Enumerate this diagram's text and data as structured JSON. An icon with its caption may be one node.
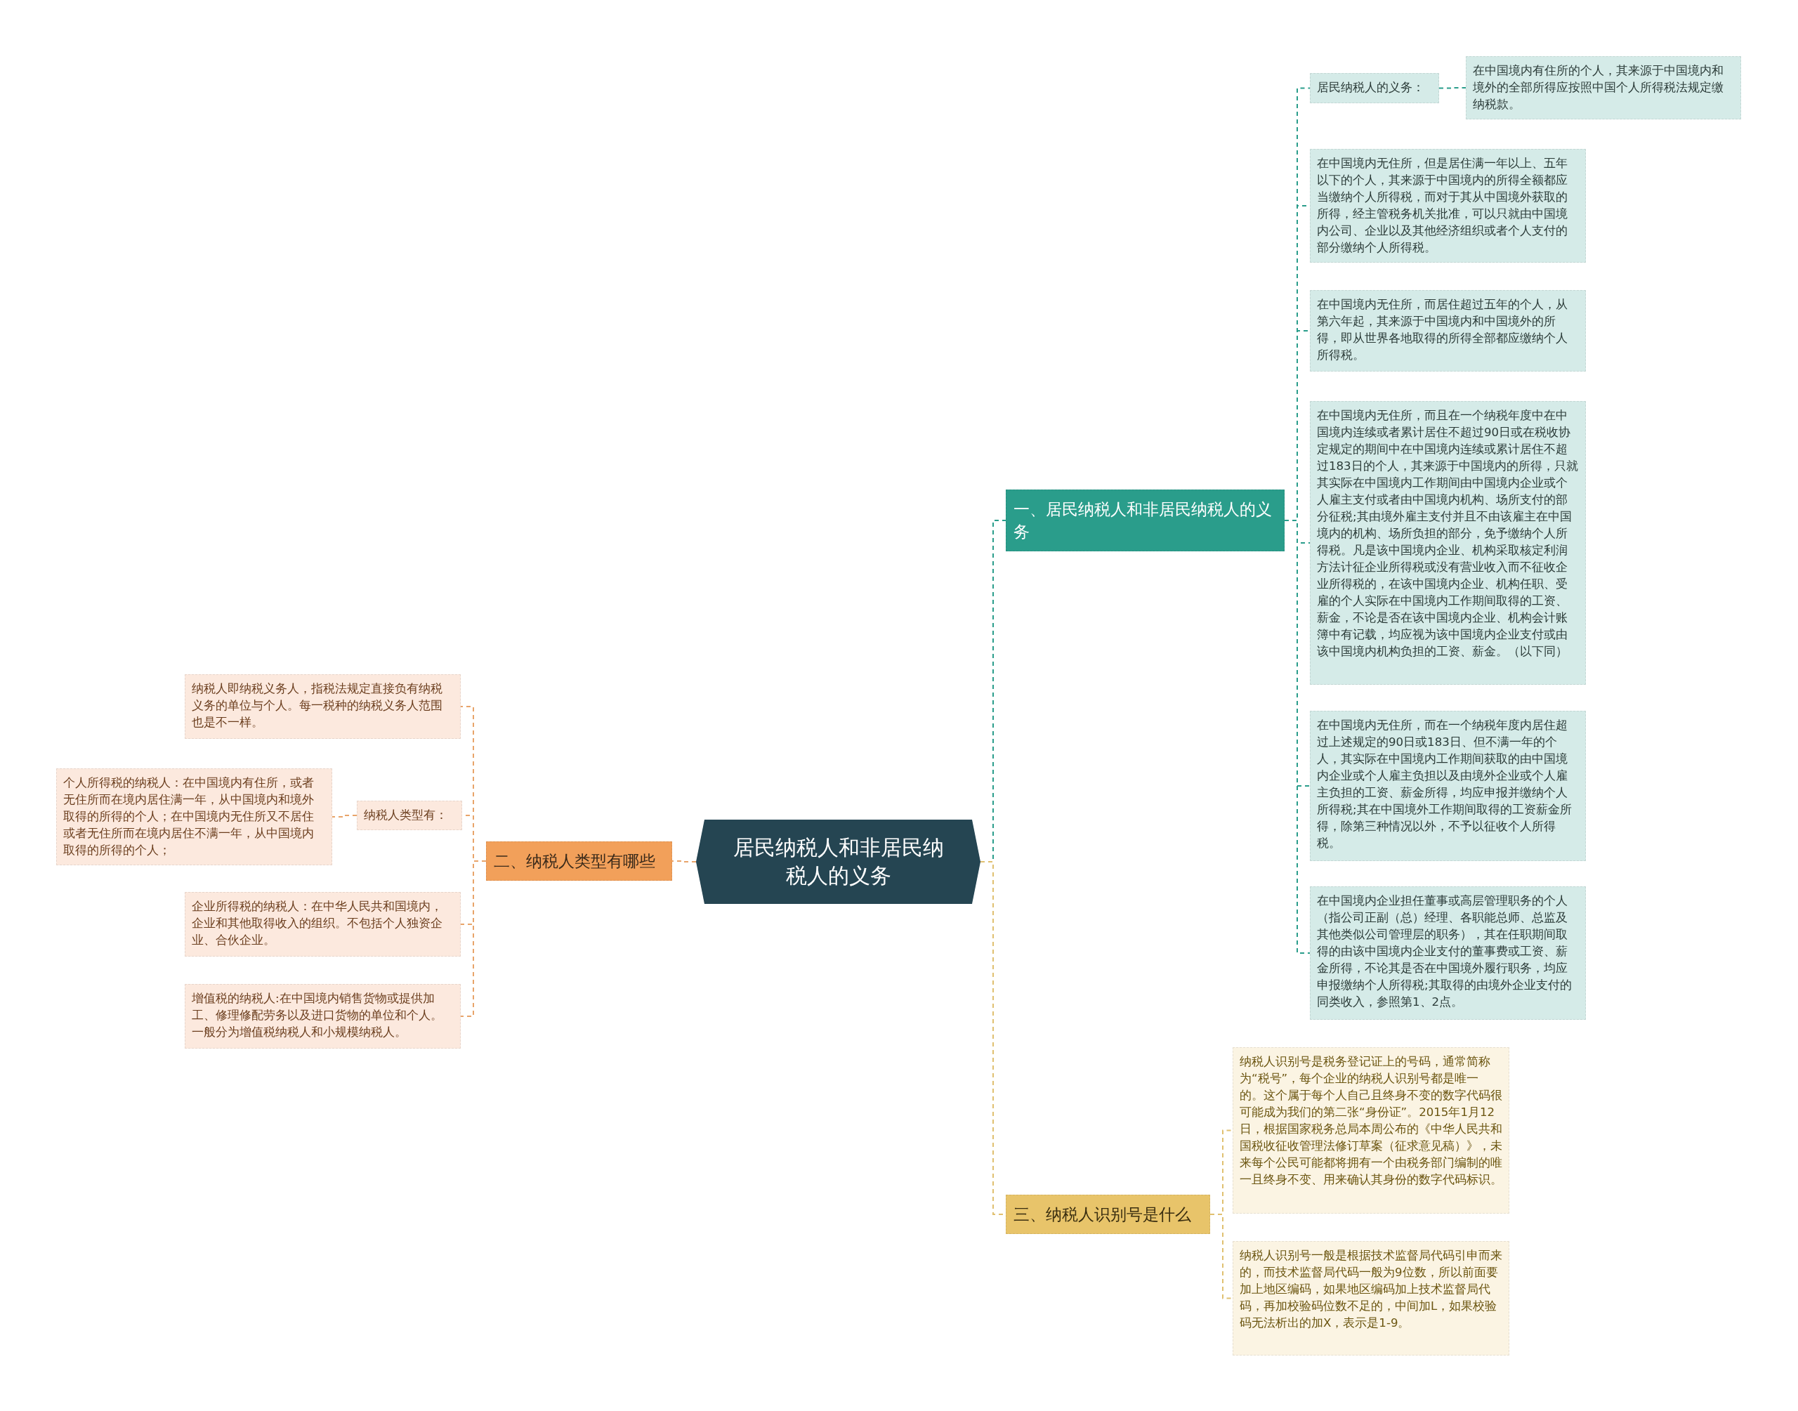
{
  "diagram": {
    "nodes": [
      {
        "text": [
          "居民纳税人和非居民纳税人的义务"
        ]
      },
      {
        "text": [
          "一、居民纳税人和非居民纳税人的义务"
        ]
      },
      {
        "text": [
          "居民纳税人的义务："
        ]
      },
      {
        "text": [
          "在中国境内有住所的个人，其来源于中国境内和境外的全部所得应按照中国个人所得税法规定缴纳税款。"
        ]
      },
      {
        "text": [
          "在中国境内无住所，但是居住满一年以上、五年以下的个人，其来源于中国境内的所得全额都应当缴纳个人所得税，而对于其从中国境外获取的所得，经主管税务机关批准，可以只就由中国境内公司、企业以及其他经济组织或者个人支付的部分缴纳个人所得税。"
        ]
      },
      {
        "text": [
          "在中国境内无住所，而居住超过五年的个人，从第六年起，其来源于中国境内和中国境外的所得，即从世界各地取得的所得全部都应缴纳个人所得税。"
        ]
      },
      {
        "text": [
          "在中国境内无住所，而且在一个纳税年度中在中国境内连续或者累计居住不超过90日或在税收协定规定的期间中在中国境内连续或累计居住不超过183日的个人，其来源于中国境内的所得，只就其实际在中国境内工作期间由中国境内企业或个人雇主支付或者由中国境内机构、场所支付的部分征税;其由境外雇主支付并且不由该雇主在中国境内的机构、场所负担的部分，免予缴纳个人所得税。凡是该中国境内企业、机构采取核定利润方法计征企业所得税或没有营业收入而不征收企业所得税的，在该中国境内企业、机构任职、受雇的个人实际在中国境内工作期间取得的工资、薪金，不论是否在该中国境内企业、机构会计账簿中有记载，均应视为该中国境内企业支付或由该中国境内机构负担的工资、薪金。（以下同）"
        ]
      },
      {
        "text": [
          "在中国境内无住所，而在一个纳税年度内居住超过上述规定的90日或183日、但不满一年的个人，其实际在中国境内工作期间获取的由中国境内企业或个人雇主负担以及由境外企业或个人雇主负担的工资、薪金所得，均应申报并缴纳个人所得税;其在中国境外工作期间取得的工资薪金所得，除第三种情况以外，不予以征收个人所得税。"
        ]
      },
      {
        "text": [
          "在中国境内企业担任董事或高层管理职务的个人（指公司正副（总）经理、各职能总师、总监及其他类似公司管理层的职务），其在任职期间取得的由该中国境内企业支付的董事费或工资、薪金所得，不论其是否在中国境外履行职务，均应申报缴纳个人所得税;其取得的由境外企业支付的同类收入，参照第1、2点。"
        ]
      },
      {
        "text": [
          "二、纳税人类型有哪些"
        ]
      },
      {
        "text": [
          "纳税人即纳税义务人，指税法规定直接负有纳税义务的单位与个人。每一税种的纳税义务人范围也是不一样。"
        ]
      },
      {
        "text": [
          "纳税人类型有："
        ]
      },
      {
        "text": [
          "个人所得税的纳税人：在中国境内有住所，或者无住所而在境内居住满一年，从中国境内和境外取得的所得的个人；在中国境内无住所又不居住或者无住所而在境内居住不满一年，从中国境内取得的所得的个人；"
        ]
      },
      {
        "text": [
          "企业所得税的纳税人：在中华人民共和国境内，企业和其他取得收入的组织。不包括个人独资企业、合伙企业。"
        ]
      },
      {
        "text": [
          "增值税的纳税人:在中国境内销售货物或提供加工、修理修配劳务以及进口货物的单位和个人。一般分为增值税纳税人和小规模纳税人。"
        ]
      },
      {
        "text": [
          "三、纳税人识别号是什么"
        ]
      },
      {
        "text": [
          "纳税人识别号是税务登记证上的号码，通常简称为“税号”，每个企业的纳税人识别号都是唯一的。这个属于每个人自己且终身不变的数字代码很可能成为我们的第二张“身份证”。2015年1月12日，根据国家税务总局本周公布的《中华人民共和国税收征收管理法修订草案（征求意见稿）》，未来每个公民可能都将拥有一个由税务部门编制的唯一且终身不变、用来确认其身份的数字代码标识。"
        ]
      },
      {
        "text": [
          "纳税人识别号一般是根据技术监督局代码引申而来的，而技术监督局代码一般为9位数，所以前面要加上地区编码，如果地区编码加上技术监督局代码，再加校验码位数不足的，中间加L，如果校验码无法析出的加X，表示是1-9。"
        ]
      }
    ],
    "edges": [
      {
        "from": 0,
        "to": 1,
        "arrow": "none"
      },
      {
        "from": 1,
        "to": 2,
        "arrow": "none"
      },
      {
        "from": 2,
        "to": 3,
        "arrow": "none"
      },
      {
        "from": 1,
        "to": 4,
        "arrow": "none"
      },
      {
        "from": 1,
        "to": 5,
        "arrow": "none"
      },
      {
        "from": 1,
        "to": 6,
        "arrow": "none"
      },
      {
        "from": 1,
        "to": 7,
        "arrow": "none"
      },
      {
        "from": 1,
        "to": 8,
        "arrow": "none"
      },
      {
        "from": 0,
        "to": 9,
        "arrow": "none",
        "color": "#e8a46a"
      },
      {
        "from": 9,
        "to": 10,
        "arrow": "none",
        "color": "#e8a46a"
      },
      {
        "from": 9,
        "to": 11,
        "arrow": "none",
        "color": "#e8a46a"
      },
      {
        "from": 11,
        "to": 12,
        "arrow": "none",
        "color": "#e8a46a"
      },
      {
        "from": 9,
        "to": 13,
        "arrow": "none",
        "color": "#e8a46a"
      },
      {
        "from": 9,
        "to": 14,
        "arrow": "none",
        "color": "#e8a46a"
      },
      {
        "from": 0,
        "to": 15,
        "arrow": "none",
        "color": "#e0c070"
      },
      {
        "from": 15,
        "to": 16,
        "arrow": "none",
        "color": "#e0c070"
      },
      {
        "from": 15,
        "to": 17,
        "arrow": "none",
        "color": "#e0c070"
      }
    ]
  }
}
